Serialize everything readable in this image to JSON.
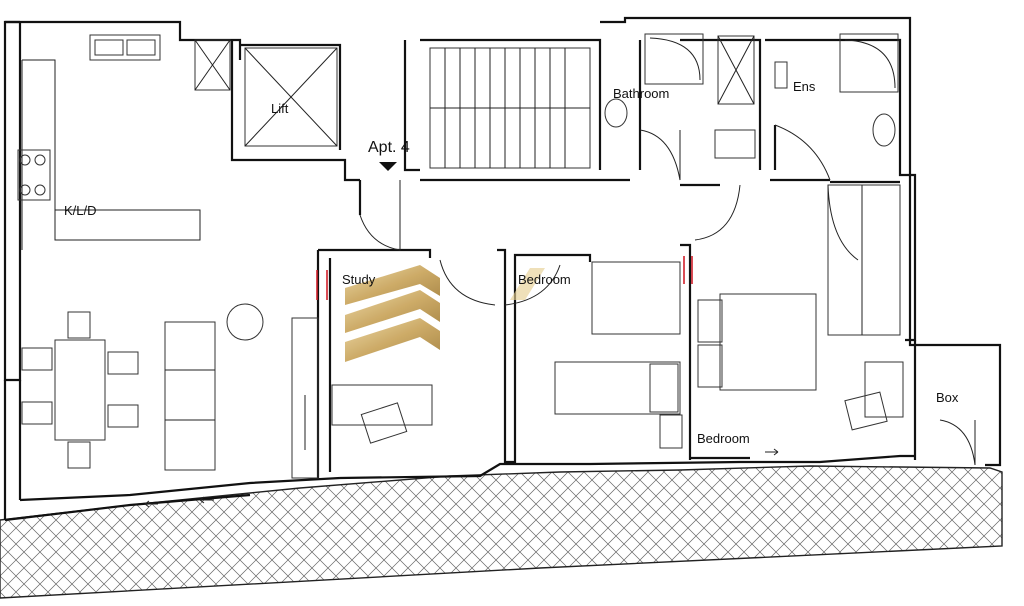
{
  "rooms": {
    "kld": "K/L/D",
    "lift": "Lift",
    "apartment": "Apt. 4",
    "bathroom": "Bathroom",
    "ensuite": "Ens",
    "study": "Study",
    "bedroom_small": "Bedroom",
    "bedroom_master": "Bedroom",
    "box": "Box"
  },
  "colors": {
    "wall": "#111111",
    "window_accent": "#d01f2a",
    "logo_gold_light": "#e6cf93",
    "logo_gold_dark": "#a9843f",
    "terrace_hatch": "#555555"
  },
  "watermark": {
    "visible": true,
    "style": "gold-stacked-chevron-logo"
  }
}
